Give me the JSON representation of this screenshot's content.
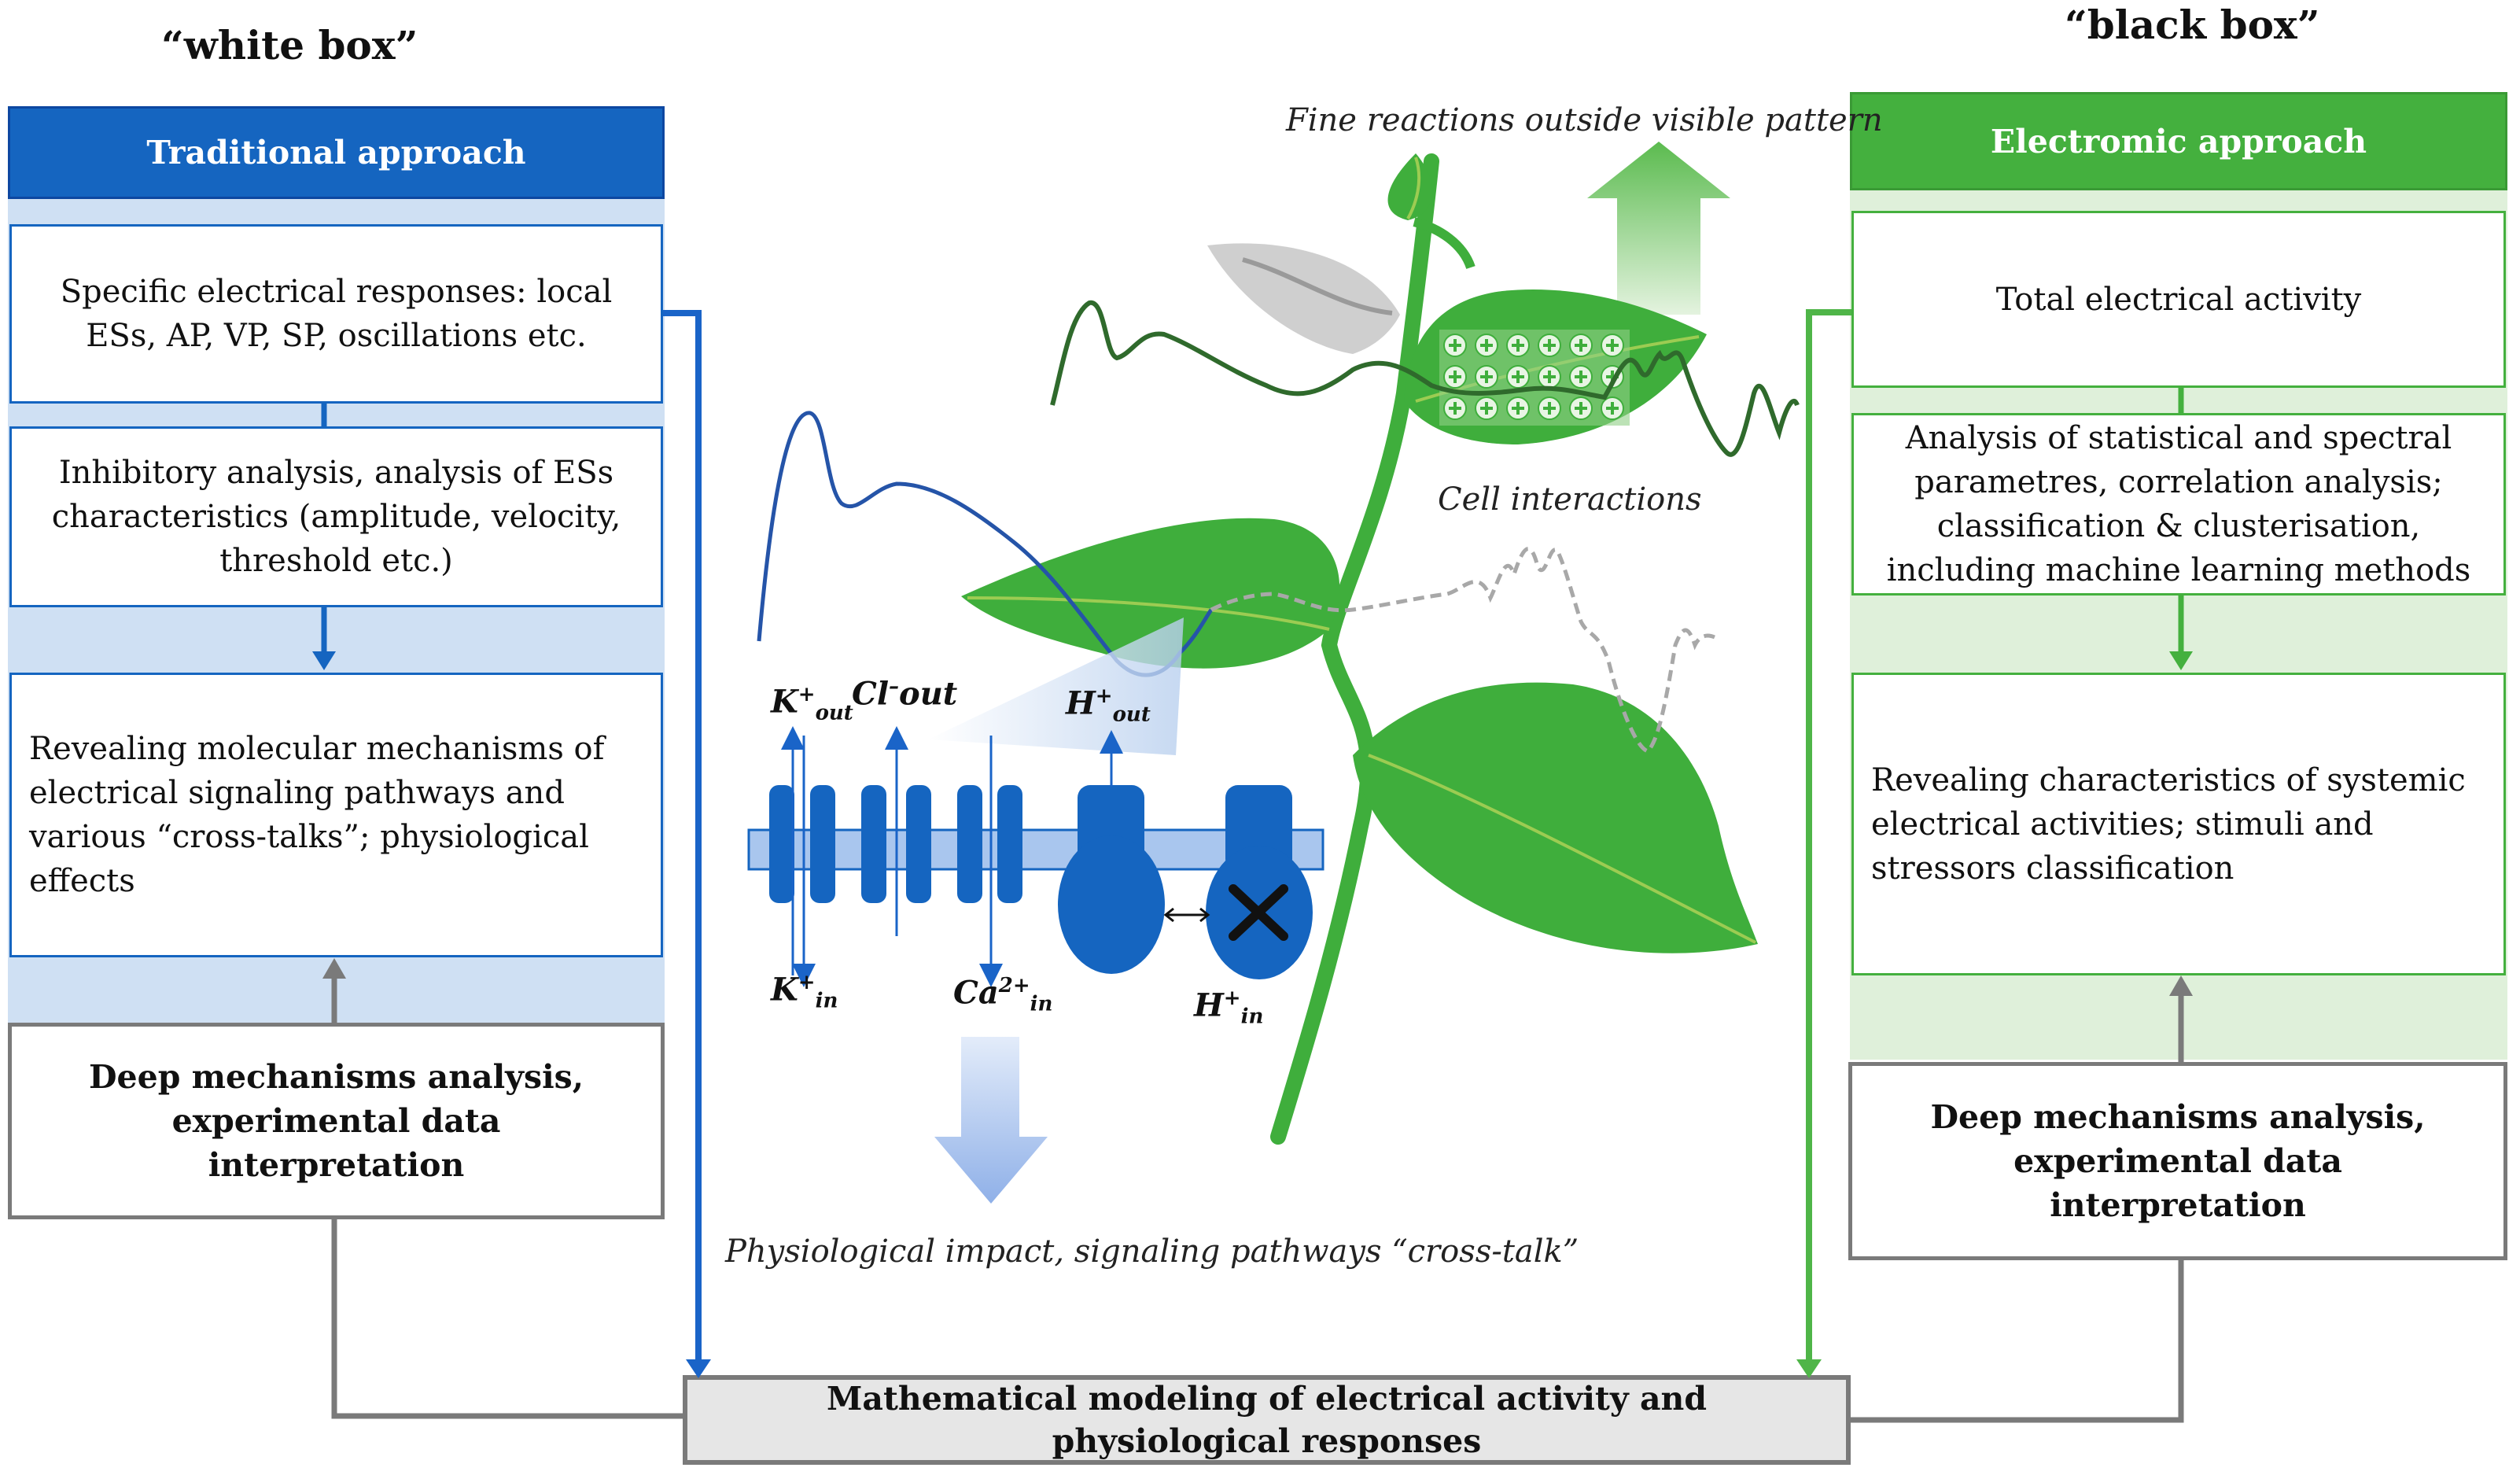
{
  "left": {
    "tag": "“white box”",
    "header": "Traditional approach",
    "box1": "Specific electrical responses: local ESs, AP, VP, SP, oscillations etc.",
    "box2": "Inhibitory analysis, analysis of ESs characteristics (amplitude, velocity, threshold etc.)",
    "box3": "Revealing molecular mechanisms of electrical signaling pathways and various “cross-talks”; physiological effects",
    "bottom": "Deep mechanisms analysis, experimental data interpretation"
  },
  "right": {
    "tag": "“black box”",
    "header": "Electromic approach",
    "box1": "Total electrical activity",
    "box2": "Analysis of statistical and spectral parametres, correlation analysis; classification & clusterisation, including machine learning methods",
    "box3": "Revealing characteristics of systemic electrical activities; stimuli and stressors classification",
    "bottom": "Deep mechanisms analysis, experimental data interpretation"
  },
  "center": {
    "top_label": "Fine reactions outside visible pattern",
    "cell_label": "Cell interactions",
    "physio_label": "Physiological impact, signaling pathways “cross-talk”",
    "ions": {
      "k_out": {
        "base": "K",
        "sup": "+",
        "sub": "out"
      },
      "cl_out": {
        "base": "Cl",
        "sup": "–",
        "tail": "out"
      },
      "h_out": {
        "base": "H",
        "sup": "+",
        "sub": "out"
      },
      "k_in": {
        "base": "K",
        "sup": "+",
        "sub": "in"
      },
      "ca_in": {
        "base": "Ca",
        "sup": "2+",
        "sub": "in"
      },
      "h_in": {
        "base": "H",
        "sup": "+",
        "sub": "in"
      }
    }
  },
  "bottom_box": "Mathematical modeling of electrical activity and physiological responses",
  "colors": {
    "blue_header": "#1565c0",
    "blue_band": "#cfe0f3",
    "blue_line": "#1a64c8",
    "green_header": "#44b03e",
    "green_band": "#dff0da",
    "green_line": "#4fb548",
    "gray": "#7a7a7a",
    "leaf_green": "#3fae3c"
  }
}
